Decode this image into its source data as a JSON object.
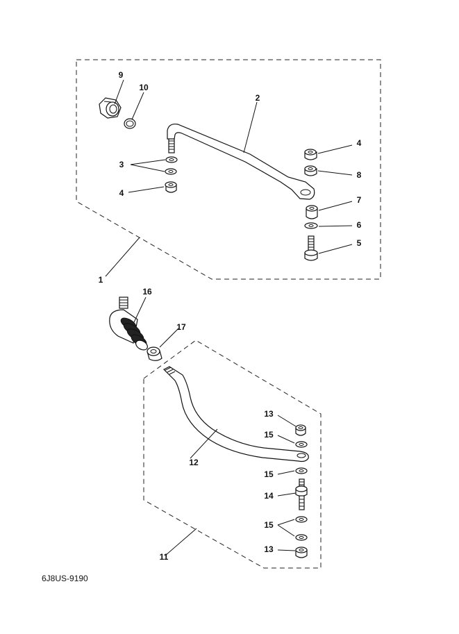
{
  "diagram": {
    "labels": {
      "p1": "1",
      "p2": "2",
      "p3": "3",
      "p4a": "4",
      "p4b": "4",
      "p5": "5",
      "p6": "6",
      "p7": "7",
      "p8": "8",
      "p9": "9",
      "p10": "10",
      "p11": "11",
      "p12": "12",
      "p13a": "13",
      "p13b": "13",
      "p14": "14",
      "p15a": "15",
      "p15b": "15",
      "p15c": "15",
      "p16": "16",
      "p17": "17"
    },
    "code": "6J8US-9190"
  }
}
